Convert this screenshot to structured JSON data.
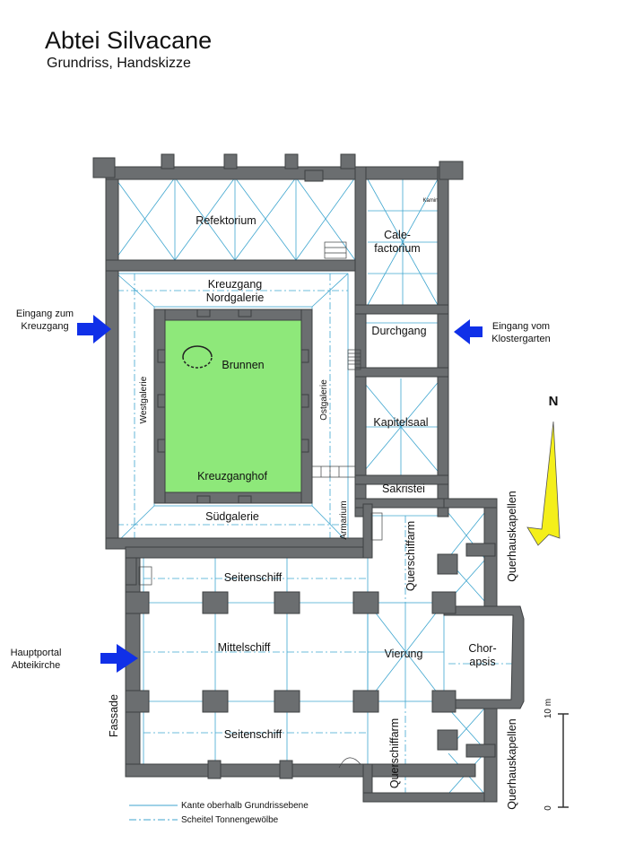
{
  "title": "Abtei Silvacane",
  "subtitle": "Grundriss,  Handskizze",
  "rooms": {
    "refektorium": "Refektorium",
    "calefactorium_1": "Cale-",
    "calefactorium_2": "factorium",
    "kamin": "Kamin",
    "nordgalerie_1": "Kreuzgang",
    "nordgalerie_2": "Nordgalerie",
    "brunnen": "Brunnen",
    "kreuzganghof": "Kreuzganghof",
    "westgalerie": "Westgalerie",
    "ostgalerie": "Ostgalerie",
    "suedgalerie": "Südgalerie",
    "durchgang": "Durchgang",
    "kapitelsaal": "Kapitelsaal",
    "sakristei": "Sakristei",
    "armarium": "Armarium",
    "seitenschiff_nord": "Seitenschiff",
    "mittelschiff": "Mittelschiff",
    "seitenschiff_sued": "Seitenschiff",
    "vierung": "Vierung",
    "querschiffarm_nord": "Querschiffarm",
    "querschiffarm_sued": "Querschiffarm",
    "chorapsis_1": "Chor-",
    "chorapsis_2": "apsis",
    "querhauskapellen_nord": "Querhauskapellen",
    "querhauskapellen_sued": "Querhauskapellen",
    "fassade": "Fassade"
  },
  "entrances": {
    "kreuzgang_1": "Eingang zum",
    "kreuzgang_2": "Kreuzgang",
    "klostergarten_1": "Eingang vom",
    "klostergarten_2": "Klostergarten",
    "hauptportal_1": "Hauptportal",
    "hauptportal_2": "Abteikirche"
  },
  "north": "N",
  "scale": {
    "label": "10 m",
    "zero": "0"
  },
  "legend": {
    "kante": "Kante oberhalb Grundrissebene",
    "scheitel": "Scheitel Tonnengewölbe"
  },
  "colors": {
    "wall": "#6b6e70",
    "wall_stroke": "#3e4042",
    "vault": "#3fa6cf",
    "courtyard": "#8ee87a",
    "arrow_blue": "#1030e8",
    "north_yellow": "#f4ef1a"
  }
}
